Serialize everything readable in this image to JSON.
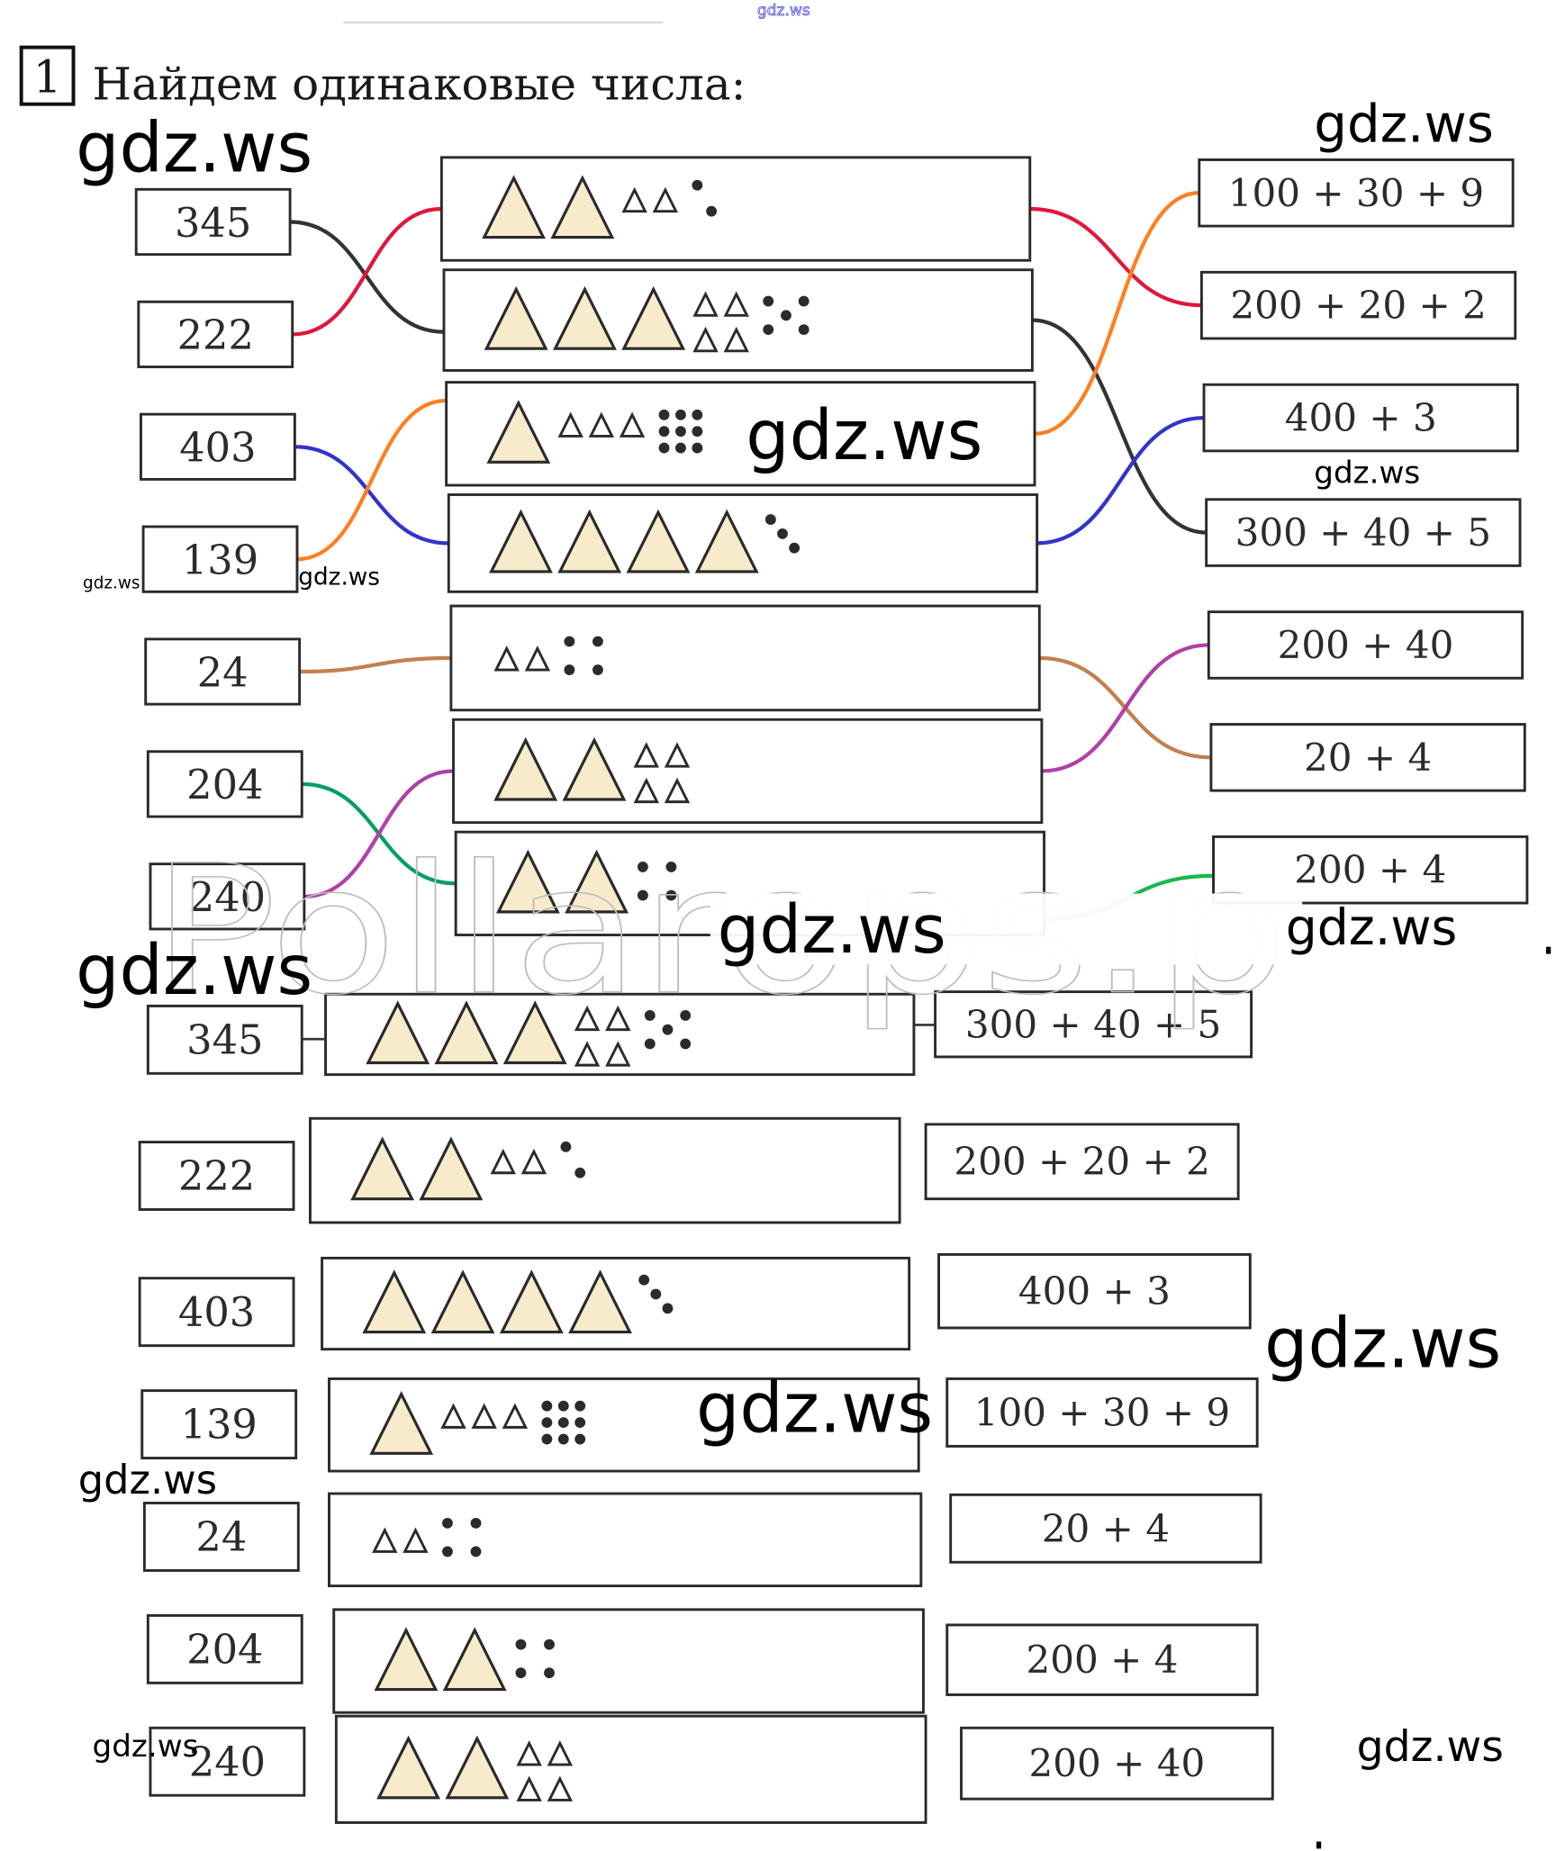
{
  "page": {
    "top_watermark": "gdz.ws",
    "task_number": "1",
    "title": "Найдем одинаковые числа:"
  },
  "watermarks": {
    "label": "gdz.ws",
    "outlined_overlay": "Pollarops.p"
  },
  "symbols": {
    "hundred": "large-triangle",
    "ten": "small-triangle",
    "one": "dot"
  },
  "colors": {
    "big_triangle_fill": "#f7ebcc",
    "line_black": "#333333",
    "line_red": "#e0173c",
    "line_orange": "#ff7f1e",
    "line_blue": "#3333cc",
    "line_brown": "#c47f4f",
    "line_magenta": "#b040a8",
    "line_green_thin": "#00a060",
    "line_green_thick": "#19b84a"
  },
  "exercise_part1": {
    "numbers": [
      "345",
      "222",
      "403",
      "139",
      "24",
      "204",
      "240"
    ],
    "pictures": [
      {
        "hundreds": 2,
        "tens": 2,
        "ones": 2,
        "represents": "222"
      },
      {
        "hundreds": 3,
        "tens": 4,
        "ones": 5,
        "represents": "345"
      },
      {
        "hundreds": 1,
        "tens": 3,
        "ones": 9,
        "represents": "139"
      },
      {
        "hundreds": 4,
        "tens": 0,
        "ones": 3,
        "represents": "403"
      },
      {
        "hundreds": 0,
        "tens": 2,
        "ones": 4,
        "represents": "24"
      },
      {
        "hundreds": 2,
        "tens": 4,
        "ones": 0,
        "represents": "240"
      },
      {
        "hundreds": 2,
        "tens": 0,
        "ones": 4,
        "represents": "204"
      }
    ],
    "expressions": [
      "100 + 30 + 9",
      "200 + 20 + 2",
      "400 + 3",
      "300 + 40 + 5",
      "200 + 40",
      "20 + 4",
      "200 + 4"
    ],
    "links_left": [
      {
        "from_number": "345",
        "to_picture": 1,
        "color": "line_black"
      },
      {
        "from_number": "222",
        "to_picture": 0,
        "color": "line_red"
      },
      {
        "from_number": "403",
        "to_picture": 3,
        "color": "line_blue"
      },
      {
        "from_number": "139",
        "to_picture": 2,
        "color": "line_orange"
      },
      {
        "from_number": "24",
        "to_picture": 4,
        "color": "line_brown"
      },
      {
        "from_number": "204",
        "to_picture": 6,
        "color": "line_green_thin"
      },
      {
        "from_number": "240",
        "to_picture": 5,
        "color": "line_magenta"
      }
    ],
    "links_right": [
      {
        "from_picture": 0,
        "to_expression": "200 + 20 + 2",
        "color": "line_red"
      },
      {
        "from_picture": 1,
        "to_expression": "300 + 40 + 5",
        "color": "line_black"
      },
      {
        "from_picture": 2,
        "to_expression": "100 + 30 + 9",
        "color": "line_orange"
      },
      {
        "from_picture": 3,
        "to_expression": "400 + 3",
        "color": "line_blue"
      },
      {
        "from_picture": 4,
        "to_expression": "20 + 4",
        "color": "line_brown"
      },
      {
        "from_picture": 5,
        "to_expression": "200 + 40",
        "color": "line_magenta"
      },
      {
        "from_picture": 6,
        "to_expression": "200 + 4",
        "color": "line_green_thick"
      }
    ]
  },
  "exercise_part2": {
    "rows": [
      {
        "number": "345",
        "hundreds": 3,
        "tens": 4,
        "ones": 5,
        "expression": "300 + 40 + 5"
      },
      {
        "number": "222",
        "hundreds": 2,
        "tens": 2,
        "ones": 2,
        "expression": "200 + 20 + 2"
      },
      {
        "number": "403",
        "hundreds": 4,
        "tens": 0,
        "ones": 3,
        "expression": "400 + 3"
      },
      {
        "number": "139",
        "hundreds": 1,
        "tens": 3,
        "ones": 9,
        "expression": "100 + 30 + 9"
      },
      {
        "number": "24",
        "hundreds": 0,
        "tens": 2,
        "ones": 4,
        "expression": "20 + 4"
      },
      {
        "number": "204",
        "hundreds": 2,
        "tens": 0,
        "ones": 4,
        "expression": "200 + 4"
      },
      {
        "number": "240",
        "hundreds": 2,
        "tens": 4,
        "ones": 0,
        "expression": "200 + 40"
      }
    ]
  }
}
